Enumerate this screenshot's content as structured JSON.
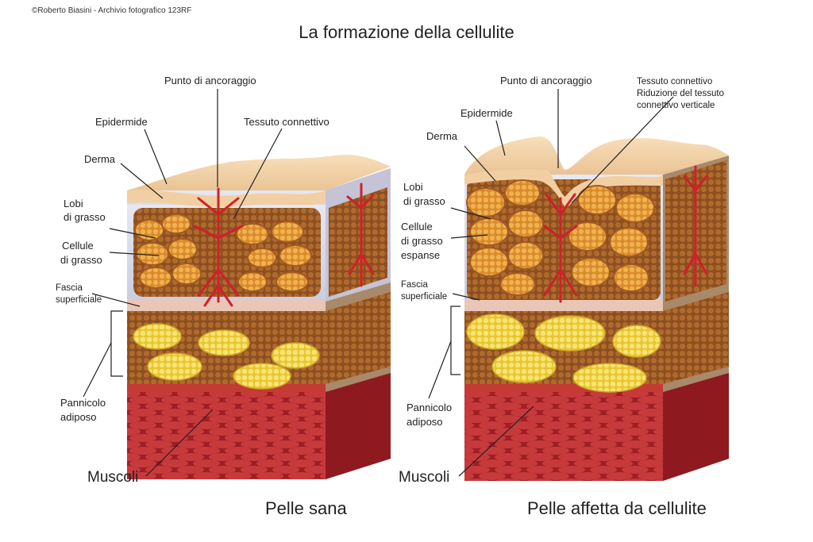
{
  "credit": "©Roberto Biasini - Archivio fotografico 123RF",
  "title": "La formazione della cellulite",
  "left": {
    "caption": "Pelle sana",
    "labels": {
      "anchor": "Punto di ancoraggio",
      "epidermis": "Epidermide",
      "connective": "Tessuto connettivo",
      "derma": "Derma",
      "fat_lobes_1": "Lobi",
      "fat_lobes_2": "di grasso",
      "fat_cells_1": "Cellule",
      "fat_cells_2": "di grasso",
      "fascia_1": "Fascia",
      "fascia_2": "superficiale",
      "panniculus_1": "Pannicolo",
      "panniculus_2": "adiposo",
      "muscles": "Muscoli"
    }
  },
  "right": {
    "caption": "Pelle affetta da cellulite",
    "labels": {
      "anchor": "Punto di ancoraggio",
      "connective_1": "Tessuto connettivo",
      "connective_2": "Riduzione del tessuto",
      "connective_3": "connettivo verticale",
      "epidermis": "Epidermide",
      "derma": "Derma",
      "fat_lobes_1": "Lobi",
      "fat_lobes_2": "di grasso",
      "fat_cells_1": "Cellule",
      "fat_cells_2": "di grasso",
      "fat_cells_3": "espanse",
      "fascia_1": "Fascia",
      "fascia_2": "superficiale",
      "panniculus_1": "Pannicolo",
      "panniculus_2": "adiposo",
      "muscles": "Muscoli"
    }
  },
  "colors": {
    "epidermis": "#f3d2a8",
    "derma": "#d4d8e8",
    "fat_lobe": "#e8a640",
    "fat_bg": "#8c4f22",
    "fat_yellow": "#f2d640",
    "fascia": "#e9c6b6",
    "muscle": "#b3242a",
    "vessel": "#d0202a"
  }
}
